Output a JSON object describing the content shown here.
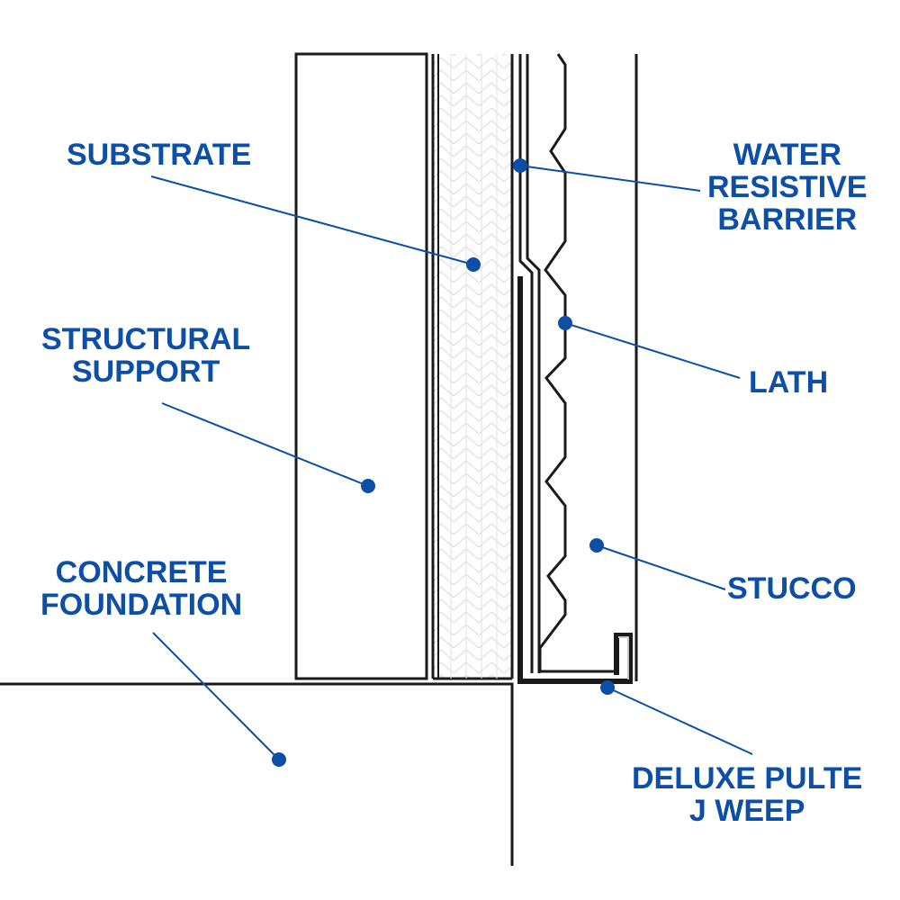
{
  "diagram": {
    "title": "Stucco wall section with J weep screed",
    "accent_color": "#0d4ea6",
    "line_color": "#1a1a1a",
    "labels": [
      {
        "id": "substrate",
        "lines": [
          "SUBSTRATE"
        ]
      },
      {
        "id": "structural-support",
        "lines": [
          "STRUCTURAL",
          "SUPPORT"
        ]
      },
      {
        "id": "concrete-foundation",
        "lines": [
          "CONCRETE",
          "FOUNDATION"
        ]
      },
      {
        "id": "water-resistive-barrier",
        "lines": [
          "WATER",
          "RESISTIVE",
          "BARRIER"
        ]
      },
      {
        "id": "lath",
        "lines": [
          "LATH"
        ]
      },
      {
        "id": "stucco",
        "lines": [
          "STUCCO"
        ]
      },
      {
        "id": "deluxe-pulte-j-weep",
        "lines": [
          "DELUXE PULTE",
          "J WEEP"
        ]
      }
    ]
  }
}
